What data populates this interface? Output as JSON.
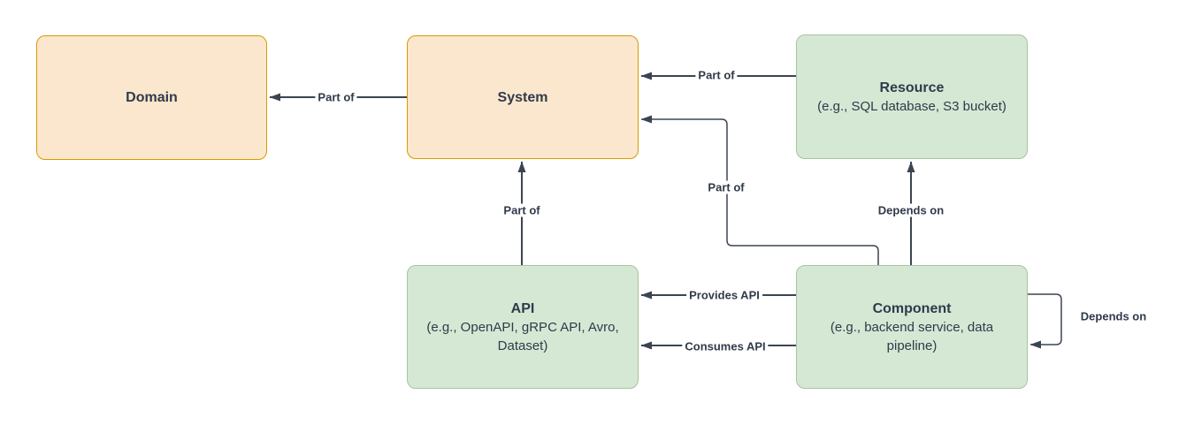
{
  "nodes": {
    "domain": {
      "title": "Domain"
    },
    "system": {
      "title": "System"
    },
    "resource": {
      "title": "Resource",
      "subtitle": "(e.g., SQL database, S3 bucket)"
    },
    "api": {
      "title": "API",
      "subtitle": "(e.g., OpenAPI, gRPC API, Avro, Dataset)"
    },
    "component": {
      "title": "Component",
      "subtitle": "(e.g., backend service, data pipeline)"
    }
  },
  "edges": {
    "system_to_domain": {
      "label": "Part of"
    },
    "resource_to_system": {
      "label": "Part of"
    },
    "api_to_system": {
      "label": "Part of"
    },
    "component_to_system": {
      "label": "Part of"
    },
    "component_to_resource": {
      "label": "Depends on"
    },
    "component_provides_api": {
      "label": "Provides API"
    },
    "component_consumes_api": {
      "label": "Consumes API"
    },
    "component_self_loop": {
      "label": "Depends on"
    }
  },
  "colors": {
    "orange_fill": "#fbe7ce",
    "orange_stroke": "#d79b00",
    "green_fill": "#d5e8d4",
    "green_stroke": "#a9c3a1",
    "edge": "#3b4552",
    "text": "#2f3a4a",
    "background": "#ffffff"
  }
}
